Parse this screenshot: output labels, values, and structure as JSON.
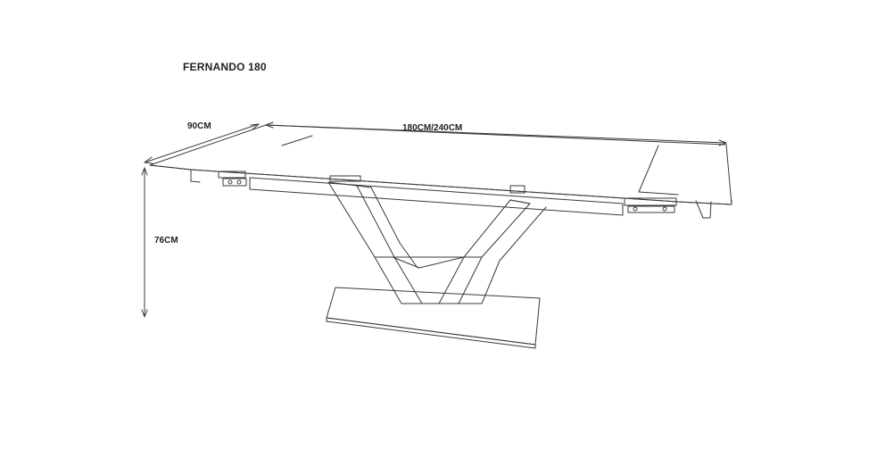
{
  "product": {
    "title": "FERNANDO 180"
  },
  "dimensions": {
    "depth": "90CM",
    "length": "180CM/240CM",
    "height": "76CM"
  },
  "colors": {
    "line": "#3a3a3a",
    "paper": "#ffffff"
  }
}
